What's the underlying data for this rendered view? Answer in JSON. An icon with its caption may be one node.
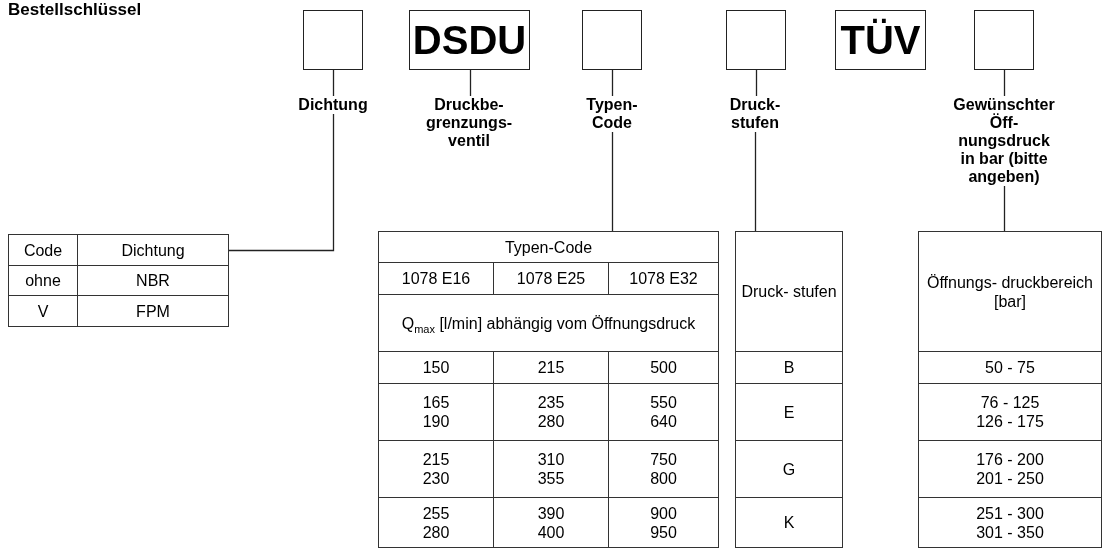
{
  "diagram": {
    "title": "Bestellschlüssel",
    "nodes": [
      {
        "text": [],
        "shape": "box"
      },
      {
        "text": [
          "DSDU"
        ]
      },
      {
        "text": [],
        "shape": "box"
      },
      {
        "text": [],
        "shape": "box"
      },
      {
        "text": [
          "TÜV"
        ]
      },
      {
        "text": [],
        "shape": "box"
      },
      {
        "text": [
          "Dichtung"
        ]
      },
      {
        "text": [
          "Druckbe- grenzungs- ventil"
        ]
      },
      {
        "text": [
          "Typen- Code"
        ]
      },
      {
        "text": [
          "Druck- stufen"
        ]
      },
      {
        "text": [
          "Gewünschter Öff- nungsdruck in bar (bitte angeben)"
        ]
      },
      {
        "text": [
          "Code",
          "Dichtung",
          "ohne",
          "NBR",
          "V",
          "FPM"
        ]
      },
      {
        "text": [
          "Typen-Code",
          "1078 E16",
          "1078 E25",
          "1078 E32",
          "Q$_{max}$ [l/min] abhängig vom Öffnungsdruck",
          "150",
          "215",
          "500",
          "165",
          "190",
          "235",
          "280",
          "550",
          "640",
          "215",
          "230",
          "310",
          "355",
          "750",
          "800",
          "255",
          "280",
          "390",
          "400",
          "900",
          "950"
        ]
      },
      {
        "text": [
          "Druck- stufen",
          "B",
          "E",
          "G",
          "K"
        ]
      },
      {
        "text": [
          "Öffnungs- druckbereich [bar]",
          "50 - 75",
          "76 - 125",
          "126 - 175",
          "176 - 200",
          "201 - 250",
          "251 - 300",
          "301 - 350"
        ]
      }
    ],
    "edges": [
      {
        "from": 0,
        "to": 6,
        "arrow": "none"
      },
      {
        "from": 1,
        "to": 7,
        "arrow": "none"
      },
      {
        "from": 2,
        "to": 8,
        "arrow": "none"
      },
      {
        "from": 3,
        "to": 9,
        "arrow": "none"
      },
      {
        "from": 5,
        "to": 10,
        "arrow": "none"
      },
      {
        "from": 6,
        "to": 11,
        "arrow": "none"
      },
      {
        "from": 8,
        "to": 12,
        "arrow": "none"
      },
      {
        "from": 9,
        "to": 13,
        "arrow": "none"
      },
      {
        "from": 10,
        "to": 14,
        "arrow": "none"
      }
    ]
  }
}
